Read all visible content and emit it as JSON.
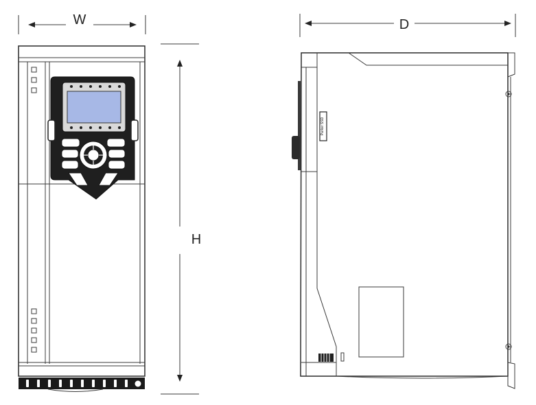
{
  "dimensions": {
    "width_label": "W",
    "height_label": "H",
    "depth_label": "D"
  },
  "side_view": {
    "label_text": "Parker SSD"
  },
  "colors": {
    "line": "#2a2a2a",
    "display": "#a7b8e6",
    "keypad": "#1f1f1f",
    "base": "#1a1a1a"
  }
}
